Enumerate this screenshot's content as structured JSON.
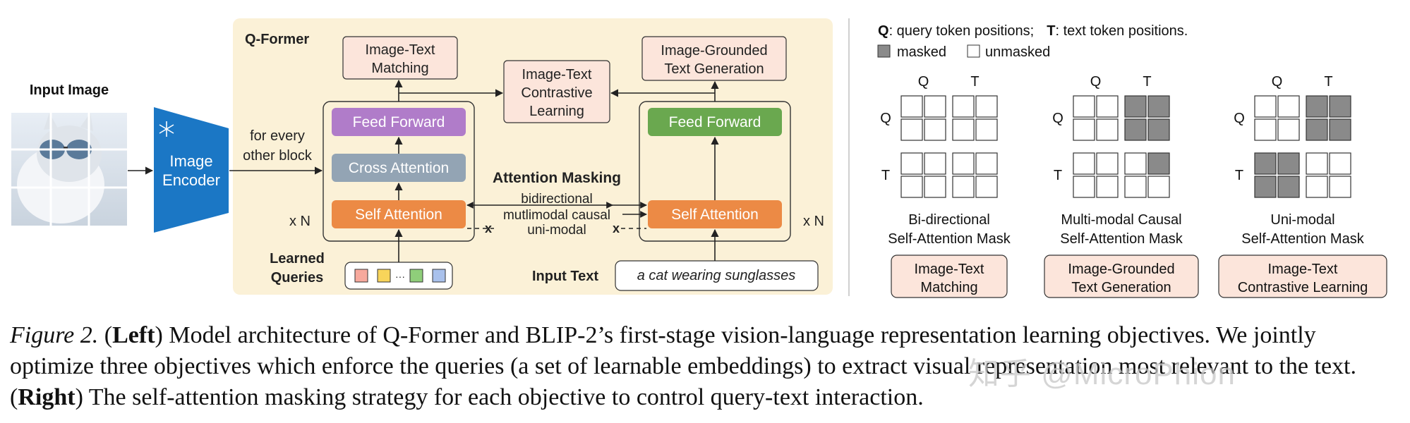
{
  "left": {
    "input_image_label": "Input Image",
    "image_encoder": [
      "Image",
      "Encoder"
    ],
    "every_other_block": [
      "for every",
      "other block"
    ],
    "qformer_title": "Q-Former",
    "objectives": {
      "itm": [
        "Image-Text",
        "Matching"
      ],
      "itc": [
        "Image-Text",
        "Contrastive",
        "Learning"
      ],
      "itg": [
        "Image-Grounded",
        "Text Generation"
      ]
    },
    "feed_forward": "Feed Forward",
    "cross_attention": "Cross Attention",
    "self_attention": "Self Attention",
    "xn": "x N",
    "attention_masking": "Attention Masking",
    "mask_types": [
      "bidirectional",
      "mutlimodal causal",
      "uni-modal"
    ],
    "cross_mark": "x",
    "learned_queries": [
      "Learned",
      "Queries"
    ],
    "query_ellipsis": "···",
    "query_colors": [
      "#f7a99d",
      "#f8d45a",
      "#8fce7a",
      "#a9c1ec"
    ],
    "input_text_label": "Input Text",
    "input_text": "a cat wearing sunglasses"
  },
  "right": {
    "legend_q_key": "Q",
    "legend_q_text": ": query token positions;",
    "legend_t_key": "T",
    "legend_t_text": ": text token positions.",
    "legend_masked": "masked",
    "legend_unmasked": "unmasked",
    "axis_q": "Q",
    "axis_t": "T",
    "masks": [
      {
        "title": [
          "Bi-directional",
          "Self-Attention Mask"
        ],
        "objective": [
          "Image-Text",
          "Matching"
        ],
        "grid": [
          [
            0,
            0,
            0,
            0
          ],
          [
            0,
            0,
            0,
            0
          ],
          [
            0,
            0,
            0,
            0
          ],
          [
            0,
            0,
            0,
            0
          ]
        ]
      },
      {
        "title": [
          "Multi-modal Causal",
          "Self-Attention Mask"
        ],
        "objective": [
          "Image-Grounded",
          "Text Generation"
        ],
        "grid": [
          [
            0,
            0,
            1,
            1
          ],
          [
            0,
            0,
            1,
            1
          ],
          [
            0,
            0,
            0,
            1
          ],
          [
            0,
            0,
            0,
            0
          ]
        ]
      },
      {
        "title": [
          "Uni-modal",
          "Self-Attention Mask"
        ],
        "objective": [
          "Image-Text",
          "Contrastive Learning"
        ],
        "grid": [
          [
            0,
            0,
            1,
            1
          ],
          [
            0,
            0,
            1,
            1
          ],
          [
            1,
            1,
            0,
            0
          ],
          [
            1,
            1,
            0,
            0
          ]
        ]
      }
    ]
  },
  "caption": {
    "fig_label": "Figure 2.",
    "left_word": "Left",
    "right_word": "Right",
    "text_1": " Model architecture of Q-Former and BLIP-2’s first-stage vision-language representation learning objectives. We jointly optimize three objectives which enforce the queries (a set of learnable embeddings) to extract visual representation most relevant to the text. (",
    "text_2": " The self-attention masking strategy for each objective to control query-text interaction."
  },
  "watermark": "知乎 @MicroPhion",
  "colors": {
    "panel_bg": "#fbf1d7",
    "objective_fill": "#fce5db",
    "purple": "#b07cc9",
    "gray": "#93a4b4",
    "orange": "#ec8a45",
    "green": "#6aa84f",
    "encoder": "#1b77c5",
    "masked": "#8a8a8a"
  }
}
